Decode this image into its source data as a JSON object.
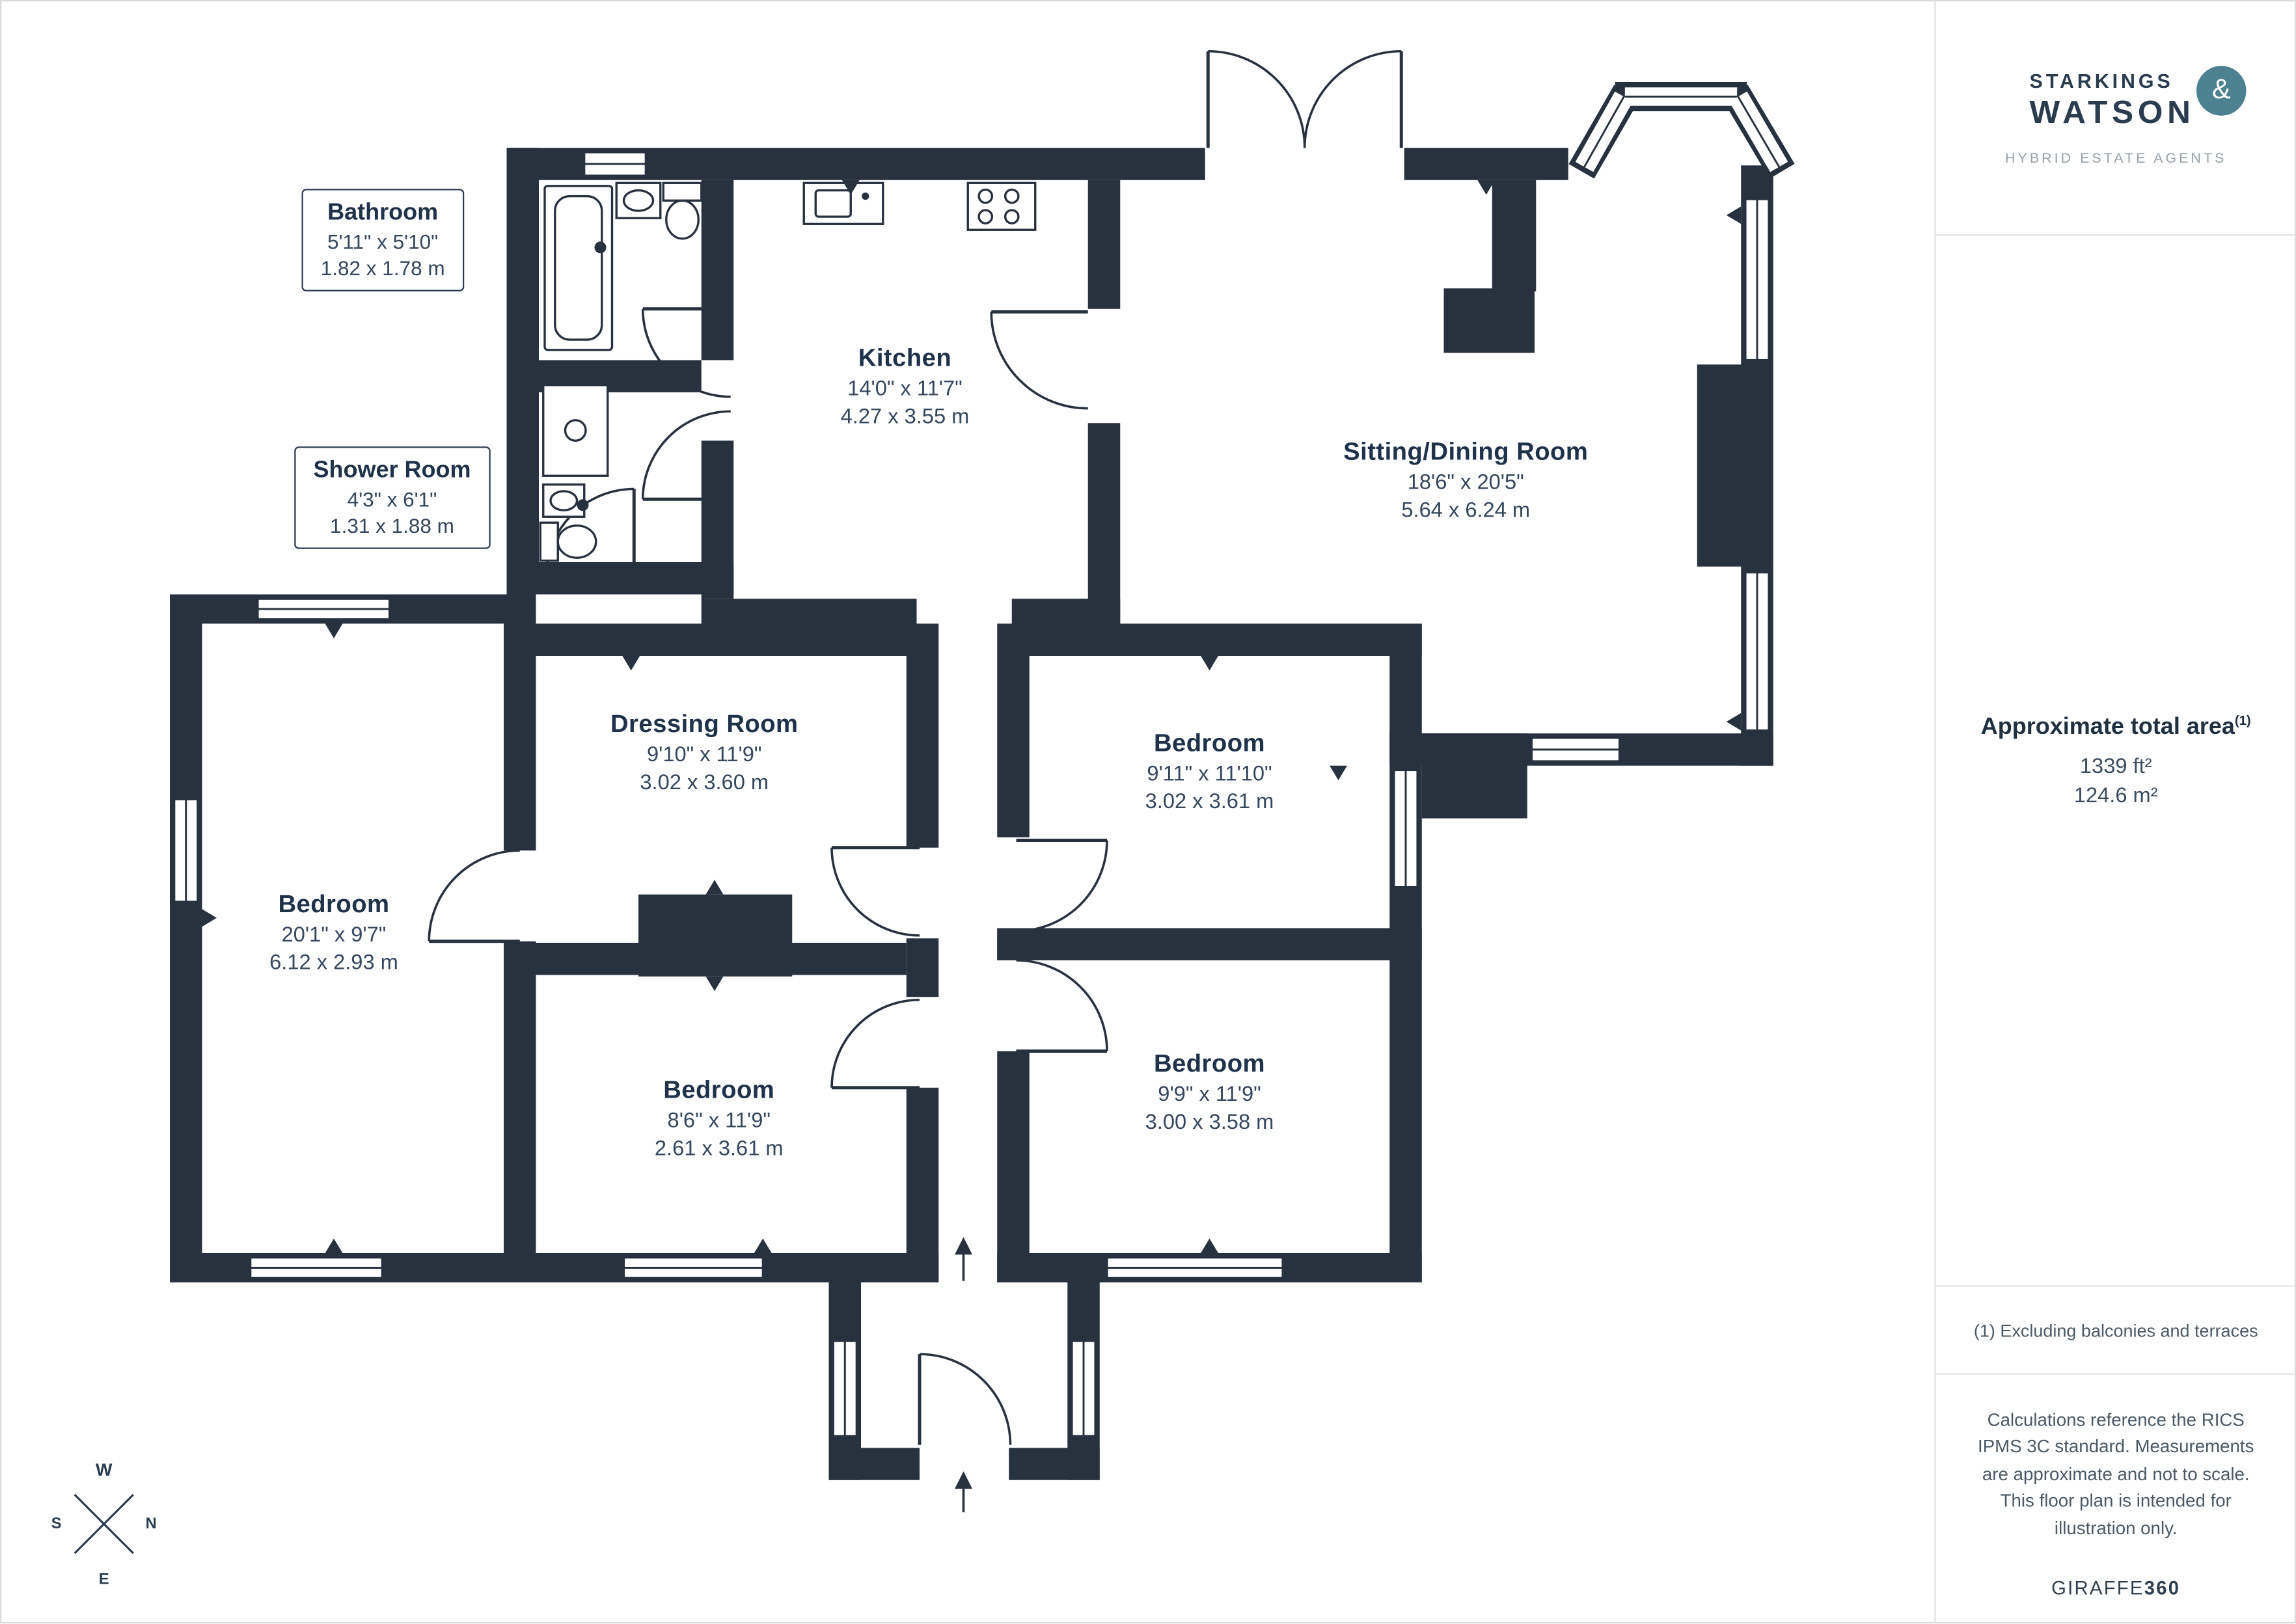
{
  "brand": {
    "name_line1": "STARKINGS",
    "ampersand": "&",
    "name_line2": "WATSON",
    "tagline": "HYBRID ESTATE AGENTS",
    "accent_color": "#4d8191"
  },
  "sidebar": {
    "area_title": "Approximate total area",
    "area_superscript": "(1)",
    "area_ft": "1339 ft²",
    "area_m": "124.6 m²",
    "footnote": "(1) Excluding balconies and terraces",
    "disclaimer": "Calculations reference the RICS IPMS 3C standard. Measurements are approximate and not to scale. This floor plan is intended for illustration only.",
    "credit_normal": "GIRAFFE",
    "credit_bold": "360"
  },
  "compass": {
    "n": "N",
    "e": "E",
    "s": "S",
    "w": "W"
  },
  "rooms": [
    {
      "name": "Kitchen",
      "imperial": "14'0\" x 11'7\"",
      "metric": "4.27 x 3.55 m"
    },
    {
      "name": "Sitting/Dining Room",
      "imperial": "18'6\" x 20'5\"",
      "metric": "5.64 x 6.24 m"
    },
    {
      "name": "Dressing Room",
      "imperial": "9'10\" x 11'9\"",
      "metric": "3.02 x 3.60 m"
    },
    {
      "name": "Bedroom",
      "imperial": "20'1\" x 9'7\"",
      "metric": "6.12 x 2.93 m"
    },
    {
      "name": "Bedroom",
      "imperial": "9'11\" x 11'10\"",
      "metric": "3.02 x 3.61 m"
    },
    {
      "name": "Bedroom",
      "imperial": "8'6\" x 11'9\"",
      "metric": "2.61 x 3.61 m"
    },
    {
      "name": "Bedroom",
      "imperial": "9'9\" x 11'9\"",
      "metric": "3.00 x 3.58 m"
    }
  ],
  "callouts": [
    {
      "name": "Bathroom",
      "imperial": "5'11\" x 5'10\"",
      "metric": "1.82 x 1.78 m"
    },
    {
      "name": "Shower Room",
      "imperial": "4'3\" x 6'1\"",
      "metric": "1.31 x 1.88 m"
    }
  ]
}
